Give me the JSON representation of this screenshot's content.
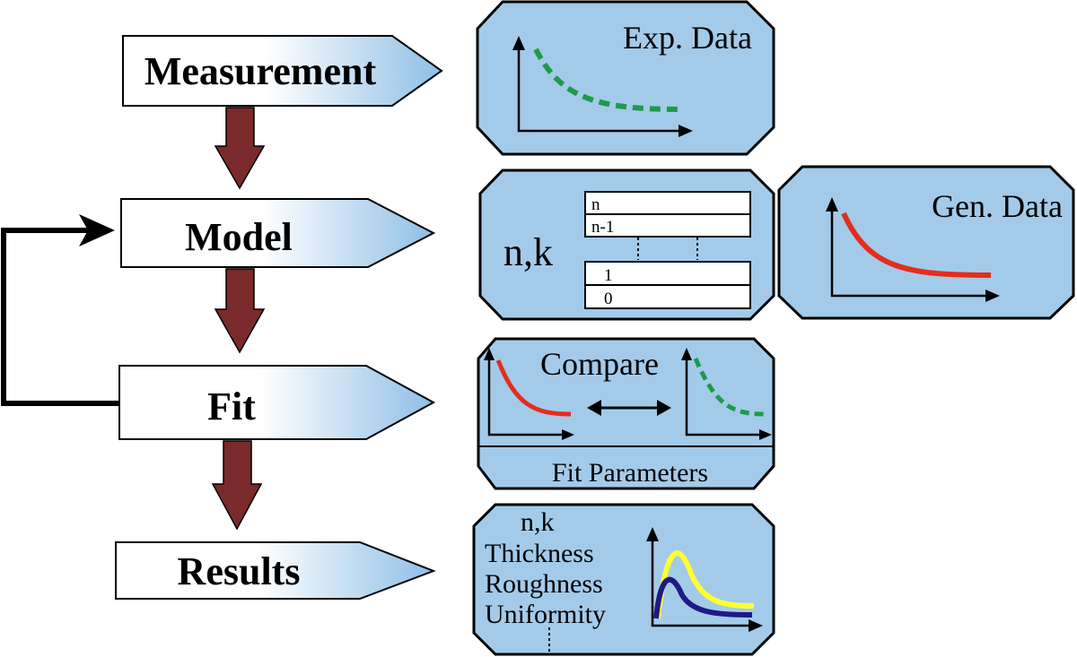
{
  "steps": {
    "measurement": "Measurement",
    "model": "Model",
    "fit": "Fit",
    "results": "Results"
  },
  "boxes": {
    "exp_data": {
      "title": "Exp. Data"
    },
    "model": {
      "label": "n,k",
      "layers": [
        "n",
        "n-1",
        "1",
        "0"
      ]
    },
    "gen_data": {
      "title": "Gen. Data"
    },
    "compare": {
      "title": "Compare",
      "footer": "Fit Parameters"
    },
    "results": {
      "items": [
        "n,k",
        "Thickness",
        "Roughness",
        "Uniformity"
      ]
    }
  },
  "colors": {
    "panel_fill": "#a3cbe9",
    "down_arrow": "#7a2a2a",
    "exp_curve": "#1f9a4a",
    "gen_curve": "#e32d1e",
    "result_curve_1": "#ffff33",
    "result_curve_2": "#1f1a86"
  }
}
